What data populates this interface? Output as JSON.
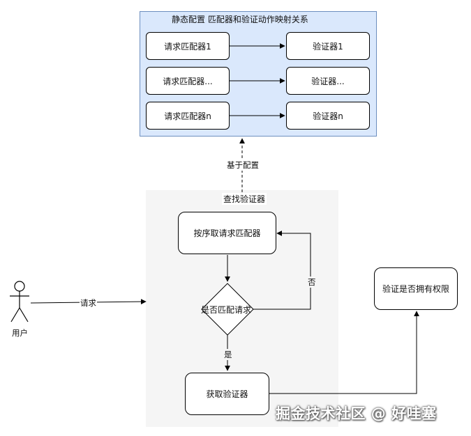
{
  "config": {
    "title": "静态配置    匹配器和验证动作映射关系",
    "rows": [
      {
        "matcher": "请求匹配器1",
        "validator": "验证器1"
      },
      {
        "matcher": "请求匹配器...",
        "validator": "验证器..."
      },
      {
        "matcher": "请求匹配器n",
        "validator": "验证器n"
      }
    ]
  },
  "edge_based_on_config": "基于配置",
  "lookup": {
    "title": "查找验证器",
    "step_fetch_matcher": "按序取请求匹配器",
    "decision": "是否匹配请求",
    "no_label": "否",
    "yes_label": "是",
    "step_get_validator": "获取验证器"
  },
  "actor": {
    "label": "用户",
    "request_label": "请求"
  },
  "permission_check": "验证是否拥有权限",
  "watermark": "掘金技术社区 @ 好哇塞"
}
